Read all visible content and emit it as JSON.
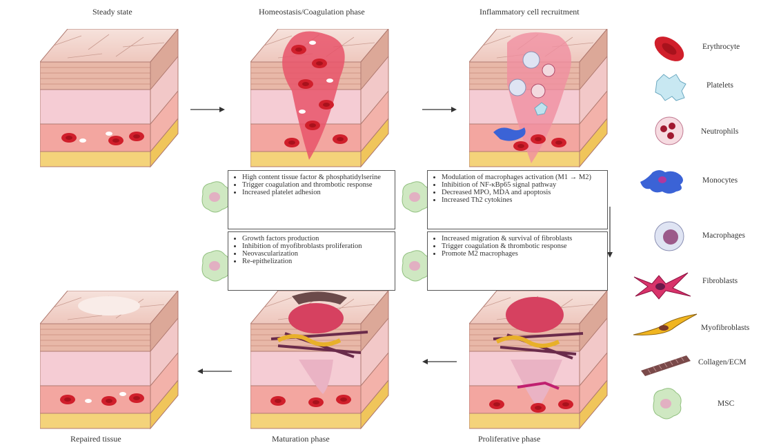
{
  "panels": [
    {
      "title": "Steady state"
    },
    {
      "title": "Homeostasis/Coagulation phase"
    },
    {
      "title": "Inflammatory cell recruitment"
    },
    {
      "title": "Repaired tissue"
    },
    {
      "title": "Maturation phase"
    },
    {
      "title": "Proliferative phase"
    }
  ],
  "boxes": {
    "coag": [
      "High content tissue factor & phosphatidylserine",
      "Trigger coagulation and thrombotic response",
      "Increased platelet adhesion"
    ],
    "inflam": [
      "Modulation of macrophages activation (M1 → M2)",
      "Inhibition of NF-κBp65 signal pathway",
      "Decreased MPO, MDA and apoptosis",
      "Increased Th2 cytokines"
    ],
    "matur": [
      "Growth factors production",
      "Inhibition of myofibroblasts proliferation",
      "Neovascularization",
      "Re-epithelization"
    ],
    "prolif": [
      "Increased migration & survival of fibroblasts",
      "Trigger coagulation & thrombotic response",
      "Promote M2 macrophages"
    ]
  },
  "legend": [
    {
      "label": "Erythrocyte",
      "icon": "erythrocyte-icon"
    },
    {
      "label": "Platelets",
      "icon": "platelet-icon"
    },
    {
      "label": "Neutrophils",
      "icon": "neutrophil-icon"
    },
    {
      "label": "Monocytes",
      "icon": "monocyte-icon"
    },
    {
      "label": "Macrophages",
      "icon": "macrophage-icon"
    },
    {
      "label": "Fibroblasts",
      "icon": "fibroblast-icon"
    },
    {
      "label": "Myofibroblasts",
      "icon": "myofibroblast-icon"
    },
    {
      "label": "Collagen/ECM",
      "icon": "collagen-icon"
    },
    {
      "label": "MSC",
      "icon": "msc-icon"
    }
  ],
  "colors": {
    "skin_top": "#f3d6cf",
    "dermis": "#f4c7cf",
    "vessel": "#e77b7b",
    "fat": "#f3cf6a",
    "blood": "#d01f2b"
  }
}
